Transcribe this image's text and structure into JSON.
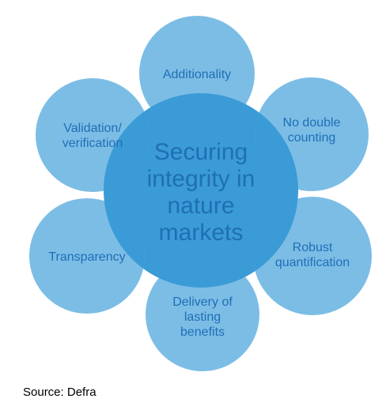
{
  "colors": {
    "center_fill": "#3b9bd6",
    "outer_fill": "#7cbde6",
    "overlap_fill": "#3b9bd6",
    "text": "#1f6fb5",
    "source_text": "#000000"
  },
  "diagram": {
    "center": {
      "lines": [
        "Securing",
        "integrity in",
        "nature",
        "markets"
      ]
    },
    "nodes": [
      {
        "key": "additionality",
        "lines": [
          "Additionality"
        ]
      },
      {
        "key": "no-double-counting",
        "lines": [
          "No double",
          "counting"
        ]
      },
      {
        "key": "robust-quantification",
        "lines": [
          "Robust",
          "quantification"
        ]
      },
      {
        "key": "delivery-of-lasting-benefits",
        "lines": [
          "Delivery of",
          "lasting",
          "benefits"
        ]
      },
      {
        "key": "transparency",
        "lines": [
          "Transparency"
        ]
      },
      {
        "key": "validation-verification",
        "lines": [
          "Validation/",
          "verification"
        ]
      }
    ]
  },
  "caption": {
    "source": "Source: Defra"
  }
}
